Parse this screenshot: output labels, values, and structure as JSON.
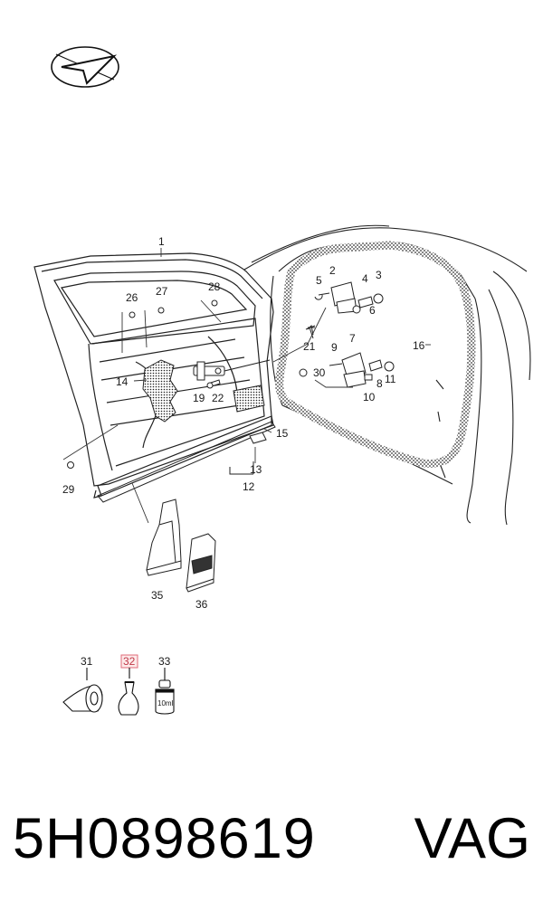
{
  "callouts": {
    "c1": "1",
    "c2": "2",
    "c3": "3",
    "c4": "4",
    "c5": "5",
    "c6": "6",
    "c7": "7",
    "c8": "8",
    "c9": "9",
    "c10": "10",
    "c11": "11",
    "c12": "12",
    "c13": "13",
    "c14": "14",
    "c15": "15",
    "c16": "16",
    "c19": "19",
    "c21": "21",
    "c22": "22",
    "c26": "26",
    "c27": "27",
    "c28": "28",
    "c29": "29",
    "c30": "30",
    "c31": "31",
    "c32": "32",
    "c33": "33",
    "c35": "35",
    "c36": "36"
  },
  "bottle_label": "10ml",
  "highlight_color": "#e06b78",
  "part_number": "5H0898619",
  "brand": "VAG"
}
